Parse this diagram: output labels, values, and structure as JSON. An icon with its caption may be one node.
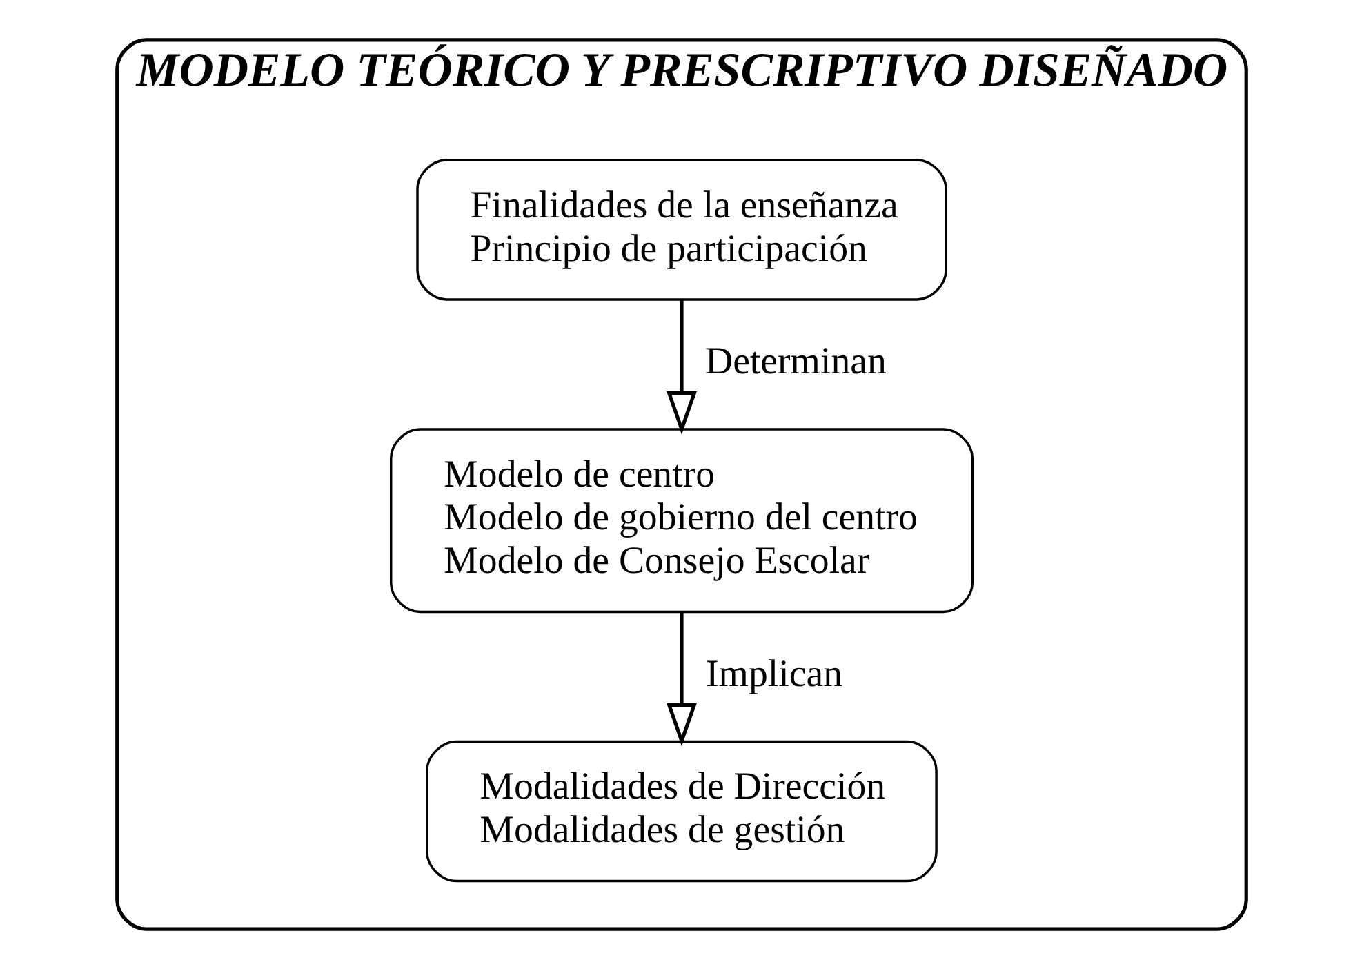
{
  "diagram": {
    "nodes": [
      {
        "text": [
          "MODELO TEÓRICO Y PRESCRIPTIVO DISEÑADO"
        ]
      },
      {
        "text": [
          "Finalidades de la enseñanza",
          "Principio de participación"
        ],
        "in": 0
      },
      {
        "text": [
          "Modelo de centro",
          "Modelo de gobierno del centro",
          "Modelo de Consejo Escolar"
        ],
        "in": 0
      },
      {
        "text": [
          "Modalidades de Dirección",
          "Modalidades de gestión"
        ],
        "in": 0
      }
    ],
    "edges": [
      {
        "from": 1,
        "to": 2,
        "arrow": "to",
        "label": "Determinan"
      },
      {
        "from": 2,
        "to": 3,
        "arrow": "to",
        "label": "Implican"
      }
    ]
  }
}
